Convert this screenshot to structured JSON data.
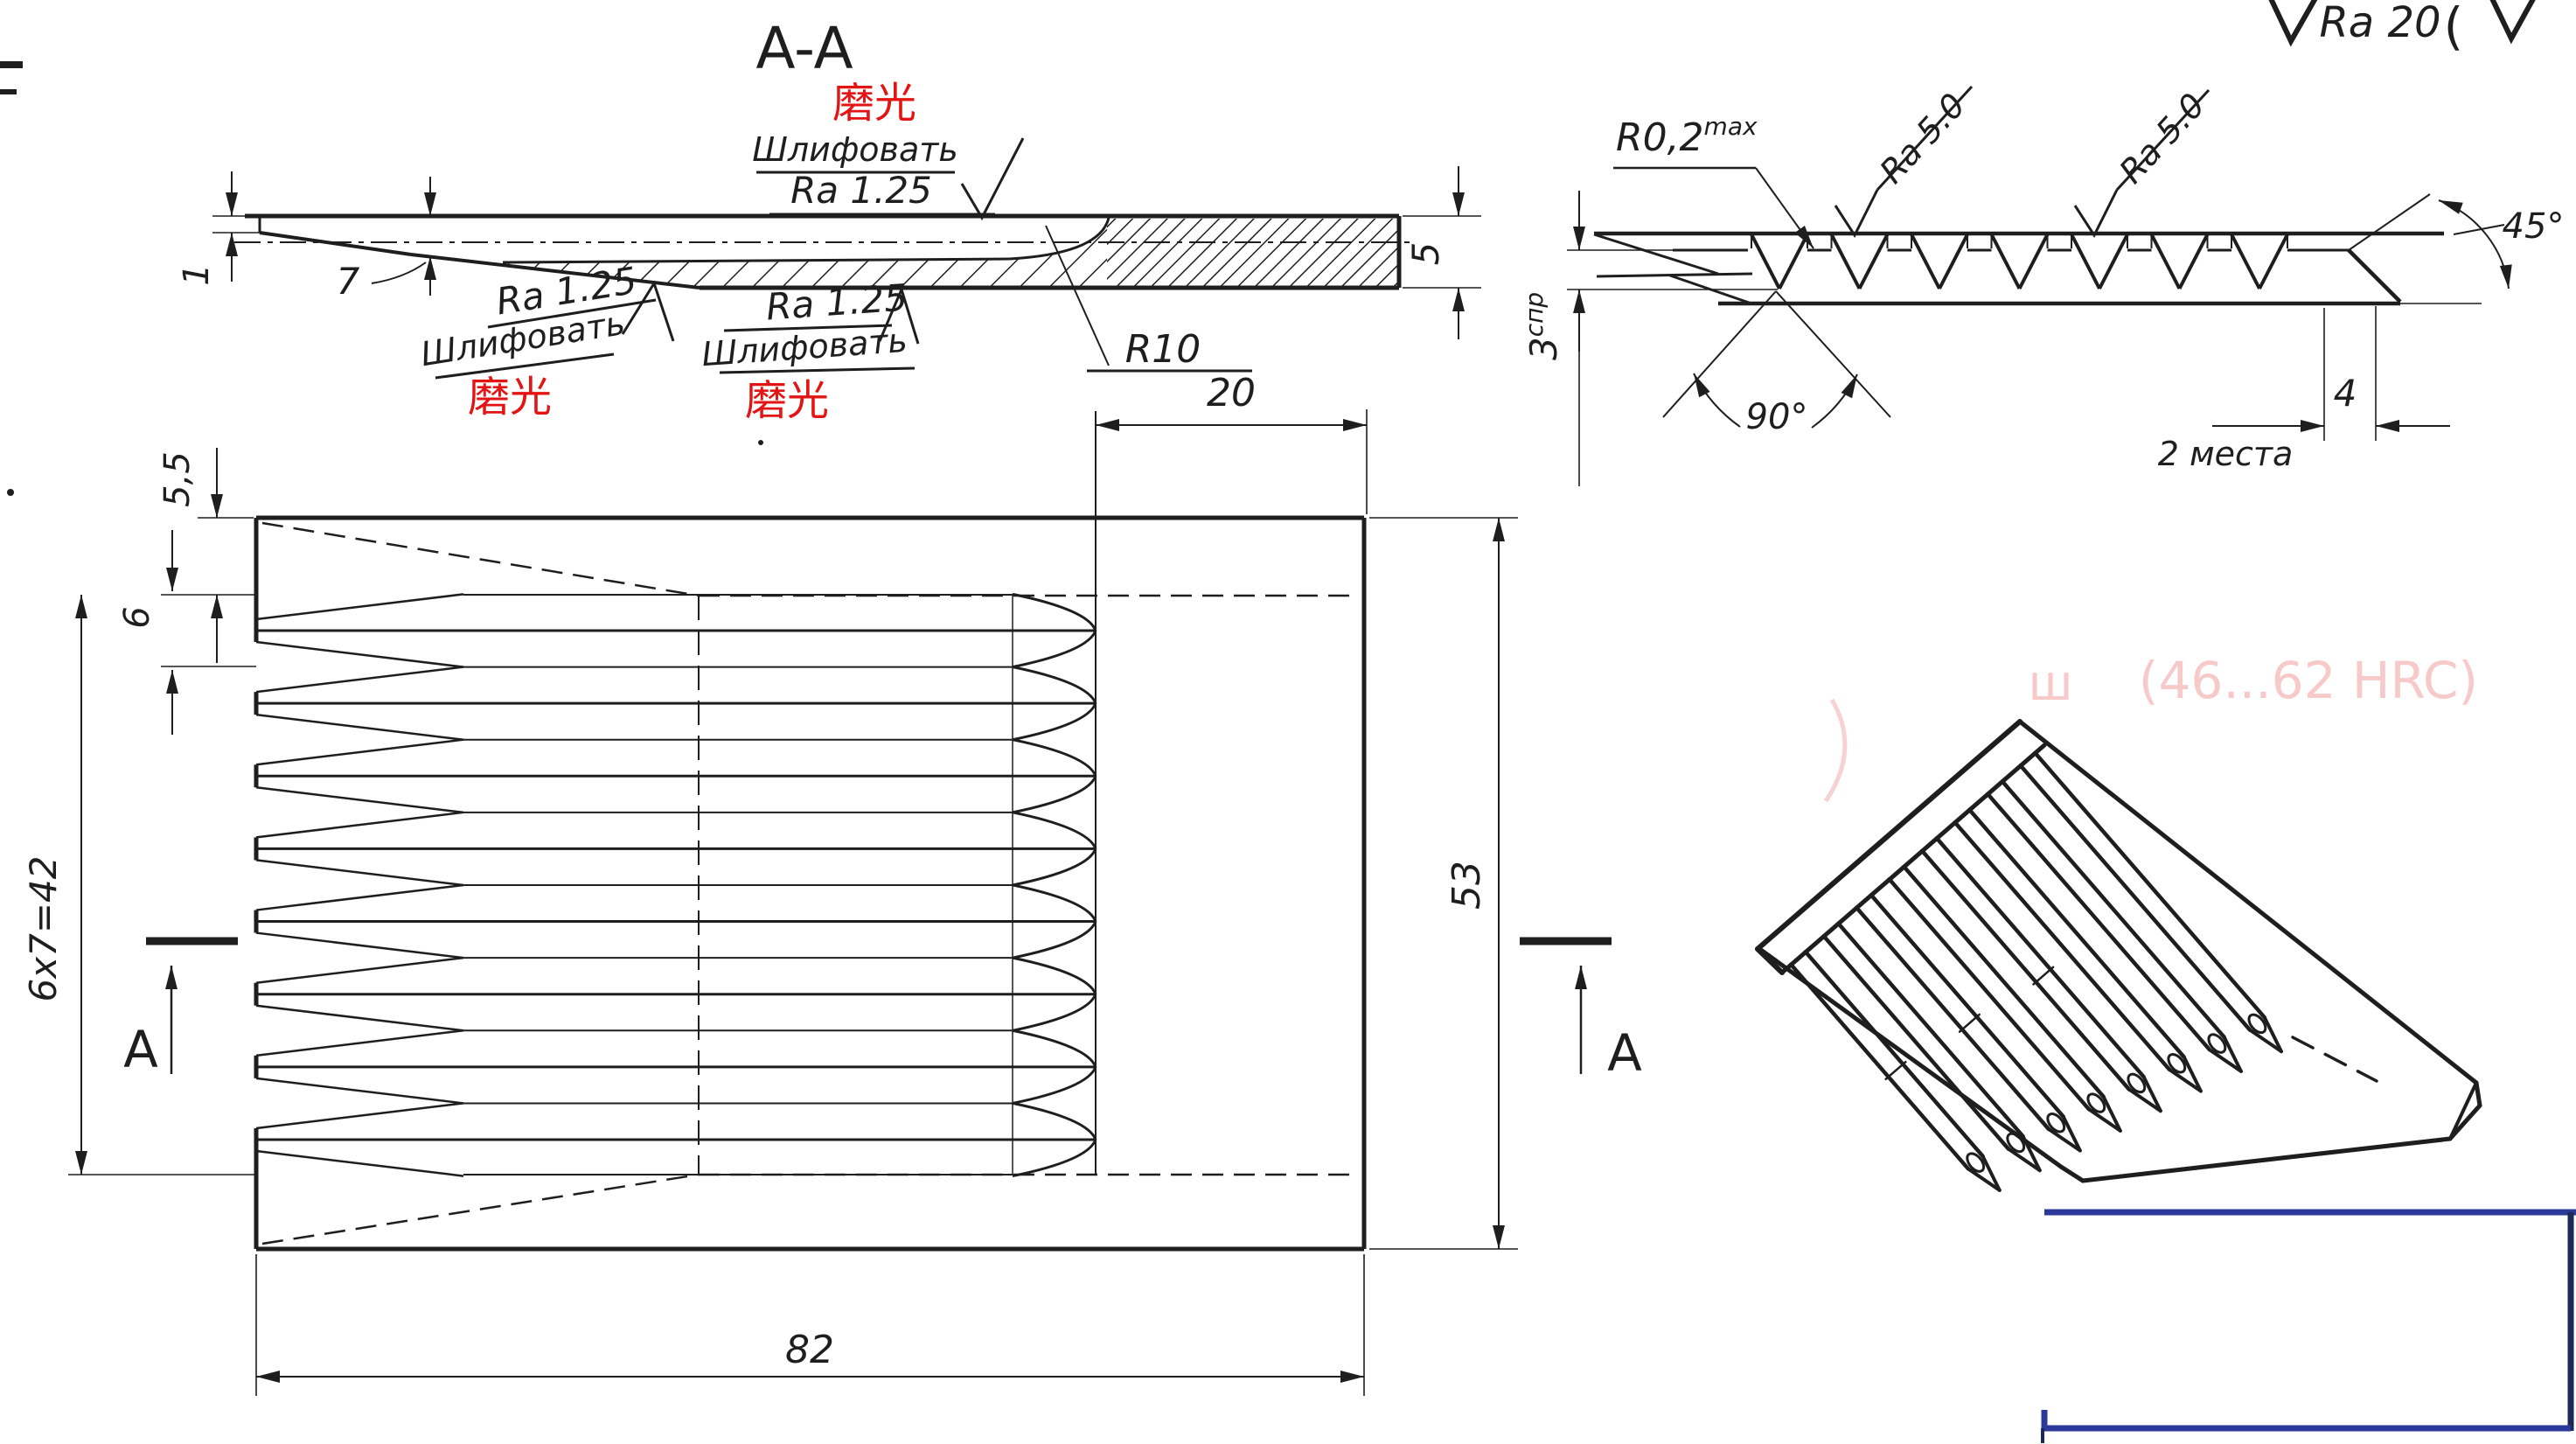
{
  "colors": {
    "ink": "#1e1e1e",
    "red": "#e21414",
    "blue": "#2b3a9a",
    "blue_dark": "#1c2a56",
    "pink": "#f2a6a6"
  },
  "corner_note": {
    "ra": "Ra 20",
    "paren": "("
  },
  "section_view": {
    "title": "A-A",
    "polish_top": "磨光",
    "polish_left": "磨光",
    "polish_mid": "磨光",
    "grind_top": "Шлифовать",
    "ra_top": "Ra 1.25",
    "grind_left": "Шлифовать",
    "ra_left": "Ra 1.25",
    "grind_mid": "Шлифовать",
    "ra_mid": "Ra 1.25",
    "radius": "R10",
    "dim_tip": "1",
    "dim_taper": "7",
    "dim_thickness": "5"
  },
  "detail_view": {
    "radius_value": "R0,2",
    "radius_sup": "max",
    "ra_flag_left": "Ra 5.0",
    "ra_flag_right": "Ra 5.0",
    "tooth_angle": "90°",
    "chamfer_angle": "45°",
    "depth_value": "3",
    "depth_sup": "спр",
    "land_width": "4",
    "places_note": "2 места"
  },
  "plan_view": {
    "dim_edge_offset": "5,5",
    "dim_pitch": "6",
    "dim_teeth_span": "6x7=42",
    "dim_body": "20",
    "dim_height": "53",
    "dim_length": "82",
    "cut_label_left": "A",
    "cut_label_right": "A"
  },
  "watermark": "(46...62 HRC)",
  "watermark_fragment": "ш"
}
